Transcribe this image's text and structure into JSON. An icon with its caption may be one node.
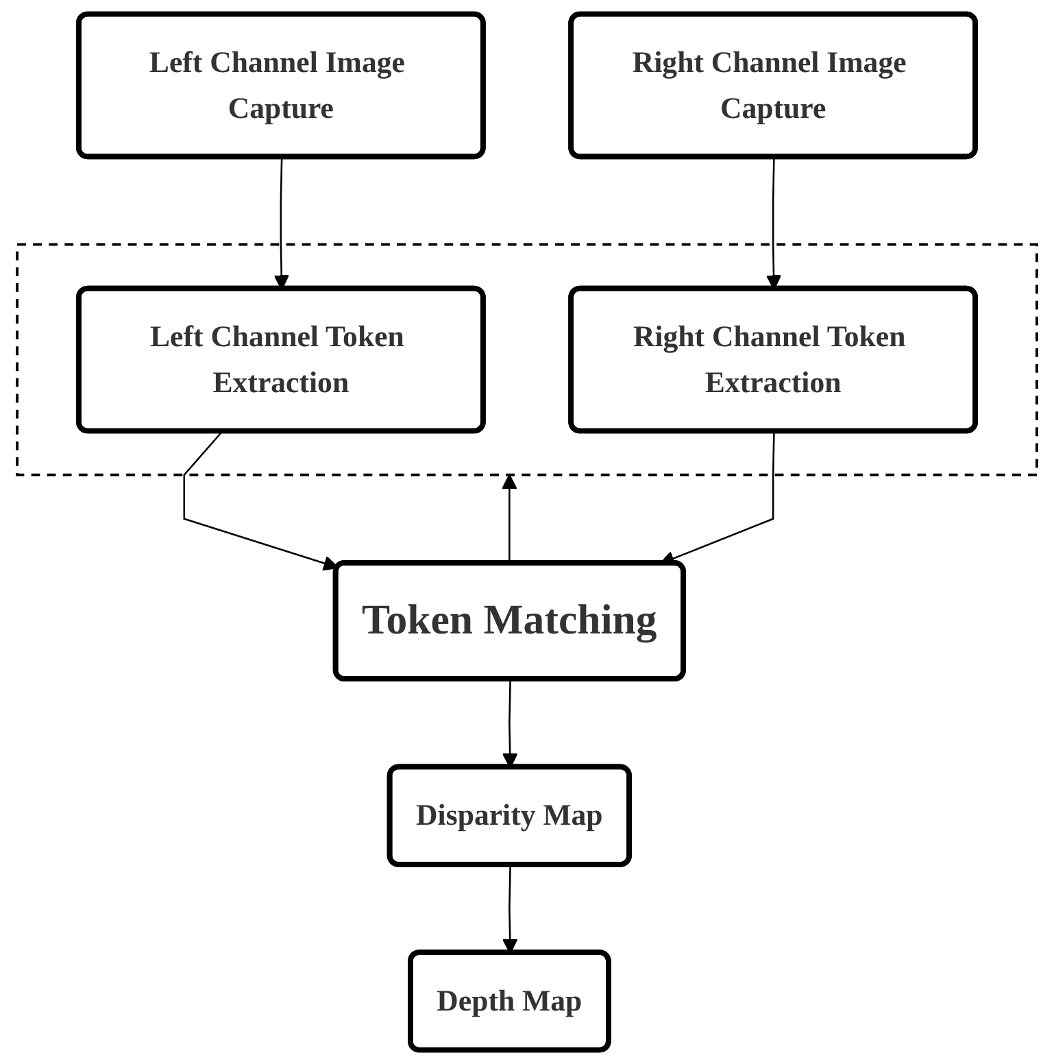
{
  "diagram": {
    "nodes": [
      {
        "text": [
          "Left Channel Image Capture"
        ]
      },
      {
        "text": [
          "Right Channel Image Capture"
        ]
      },
      {
        "text": [],
        "shape": "box"
      },
      {
        "text": [
          "Left Channel Token Extraction"
        ],
        "in": 2
      },
      {
        "text": [
          "Right Channel Token Extraction"
        ],
        "in": 2
      },
      {
        "text": [
          "Token Matching"
        ]
      },
      {
        "text": [
          "Disparity Map"
        ]
      },
      {
        "text": [
          "Depth Map"
        ]
      }
    ],
    "edges": [
      {
        "from": 0,
        "to": 3,
        "arrow": "to"
      },
      {
        "from": 1,
        "to": 4,
        "arrow": "to"
      },
      {
        "from": 3,
        "to": 5,
        "arrow": "to"
      },
      {
        "from": 4,
        "to": 5,
        "arrow": "to"
      },
      {
        "from": 5,
        "to": 2,
        "arrow": "to"
      },
      {
        "from": 5,
        "to": 6,
        "arrow": "to"
      },
      {
        "from": 6,
        "to": 7,
        "arrow": "to"
      }
    ]
  }
}
